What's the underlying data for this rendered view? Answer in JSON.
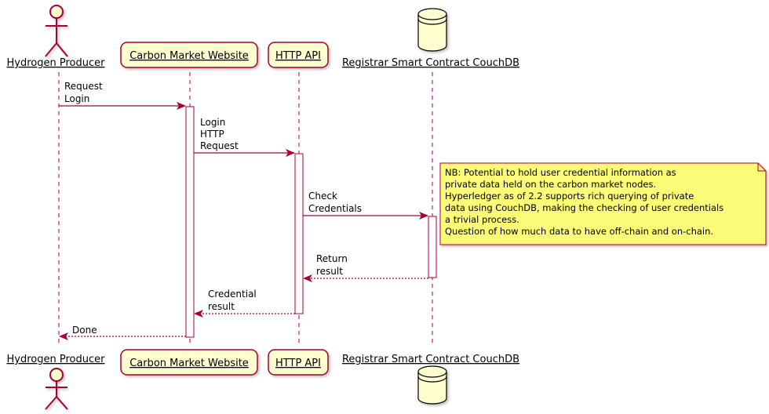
{
  "colors": {
    "arrow": "#A80036",
    "participant_fill": "#FEFECE",
    "participant_border": "#A80036",
    "note_fill": "#FBFB77",
    "lifeline": "#A80036"
  },
  "participants": [
    {
      "id": "producer",
      "label": "Hydrogen Producer",
      "kind": "actor"
    },
    {
      "id": "website",
      "label": "Carbon Market Website",
      "kind": "participant"
    },
    {
      "id": "api",
      "label": "HTTP API",
      "kind": "participant"
    },
    {
      "id": "couchdb",
      "label": "Registrar Smart Contract CouchDB",
      "kind": "database"
    }
  ],
  "messages": [
    {
      "from": "producer",
      "to": "website",
      "lines": [
        "Request",
        "Login"
      ],
      "style": "solid"
    },
    {
      "from": "website",
      "to": "api",
      "lines": [
        "Login",
        "HTTP",
        "Request"
      ],
      "style": "solid"
    },
    {
      "from": "api",
      "to": "couchdb",
      "lines": [
        "Check",
        "Credentials"
      ],
      "style": "solid"
    },
    {
      "from": "couchdb",
      "to": "api",
      "lines": [
        "Return",
        "result"
      ],
      "style": "dotted"
    },
    {
      "from": "api",
      "to": "website",
      "lines": [
        "Credential",
        "result"
      ],
      "style": "dotted"
    },
    {
      "from": "website",
      "to": "producer",
      "lines": [
        "Done"
      ],
      "style": "dotted"
    }
  ],
  "note": {
    "attached_to": "couchdb",
    "lines": [
      "NB: Potential to hold user credential information as",
      "private data held on the carbon market nodes.",
      "Hyperledger as of 2.2 supports rich querying of private",
      "data using CouchDB, making the checking of user credentials",
      "a trivial process.",
      "Question of how much data to have off-chain and on-chain."
    ]
  }
}
